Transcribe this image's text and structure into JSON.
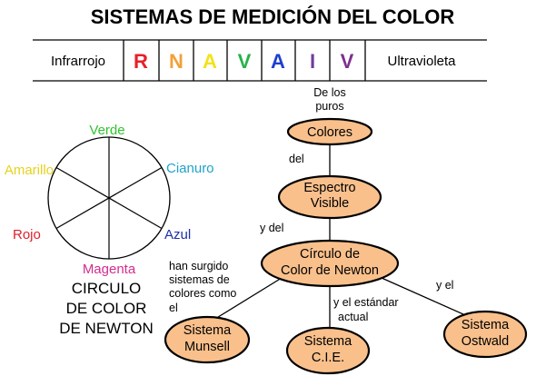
{
  "title": "SISTEMAS DE MEDICIÓN DEL COLOR",
  "spectrum": {
    "left_label": "Infrarrojo",
    "right_label": "Ultravioleta",
    "letters": [
      {
        "char": "R",
        "color": "#e8202a"
      },
      {
        "char": "N",
        "color": "#f2a03a"
      },
      {
        "char": "A",
        "color": "#f2e21b"
      },
      {
        "char": "V",
        "color": "#27b24a"
      },
      {
        "char": "A",
        "color": "#1e3fd0"
      },
      {
        "char": "I",
        "color": "#6d3e9a"
      },
      {
        "char": "V",
        "color": "#7d2f8e"
      }
    ]
  },
  "wheel": {
    "labels": {
      "verde": "Verde",
      "cianuro": "Cianuro",
      "azul": "Azul",
      "magenta": "Magenta",
      "rojo": "Rojo",
      "amarillo": "Amarillo"
    },
    "colors": {
      "verde": "#2fc42f",
      "cianuro": "#1fa3c9",
      "azul": "#1a2fa8",
      "magenta": "#d42c8f",
      "rojo": "#e0202e",
      "amarillo": "#e6d21e"
    },
    "caption": [
      "CIRCULO",
      "DE COLOR",
      "DE NEWTON"
    ]
  },
  "nodes": {
    "colores": [
      "Colores"
    ],
    "espectro": [
      "Espectro",
      "Visible"
    ],
    "circulo": [
      "Círculo de",
      "Color de Newton"
    ],
    "munsell": [
      "Sistema",
      "Munsell"
    ],
    "cie": [
      "Sistema",
      "C.I.E."
    ],
    "ostwald": [
      "Sistema",
      "Ostwald"
    ]
  },
  "edge_labels": {
    "top": [
      "De los",
      "puros"
    ],
    "del": [
      "del"
    ],
    "y_del": [
      "y del"
    ],
    "han_surgido": [
      "han surgido",
      "sistemas de",
      "colores como",
      "el"
    ],
    "estandar": [
      "y el estándar",
      "actual"
    ],
    "y_el": [
      "y el"
    ]
  },
  "style": {
    "node_fill": "#f9c08c",
    "node_stroke": "#000000"
  }
}
